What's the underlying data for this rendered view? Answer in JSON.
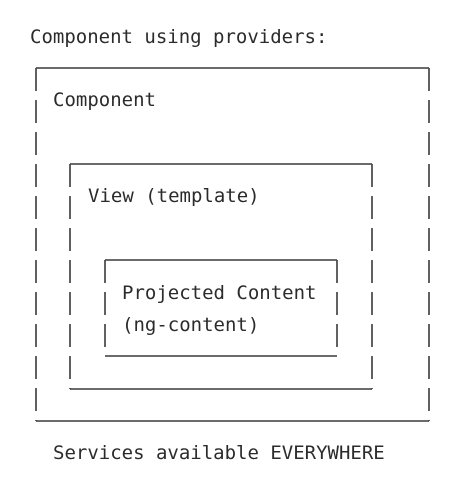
{
  "diagram": {
    "heading": "Component using providers:",
    "outer_box": {
      "label": "Component"
    },
    "middle_box": {
      "label": "View (template)"
    },
    "inner_box": {
      "label_line1": "Projected Content",
      "label_line2": "(ng-content)"
    },
    "footer": "Services available EVERYWHERE"
  }
}
